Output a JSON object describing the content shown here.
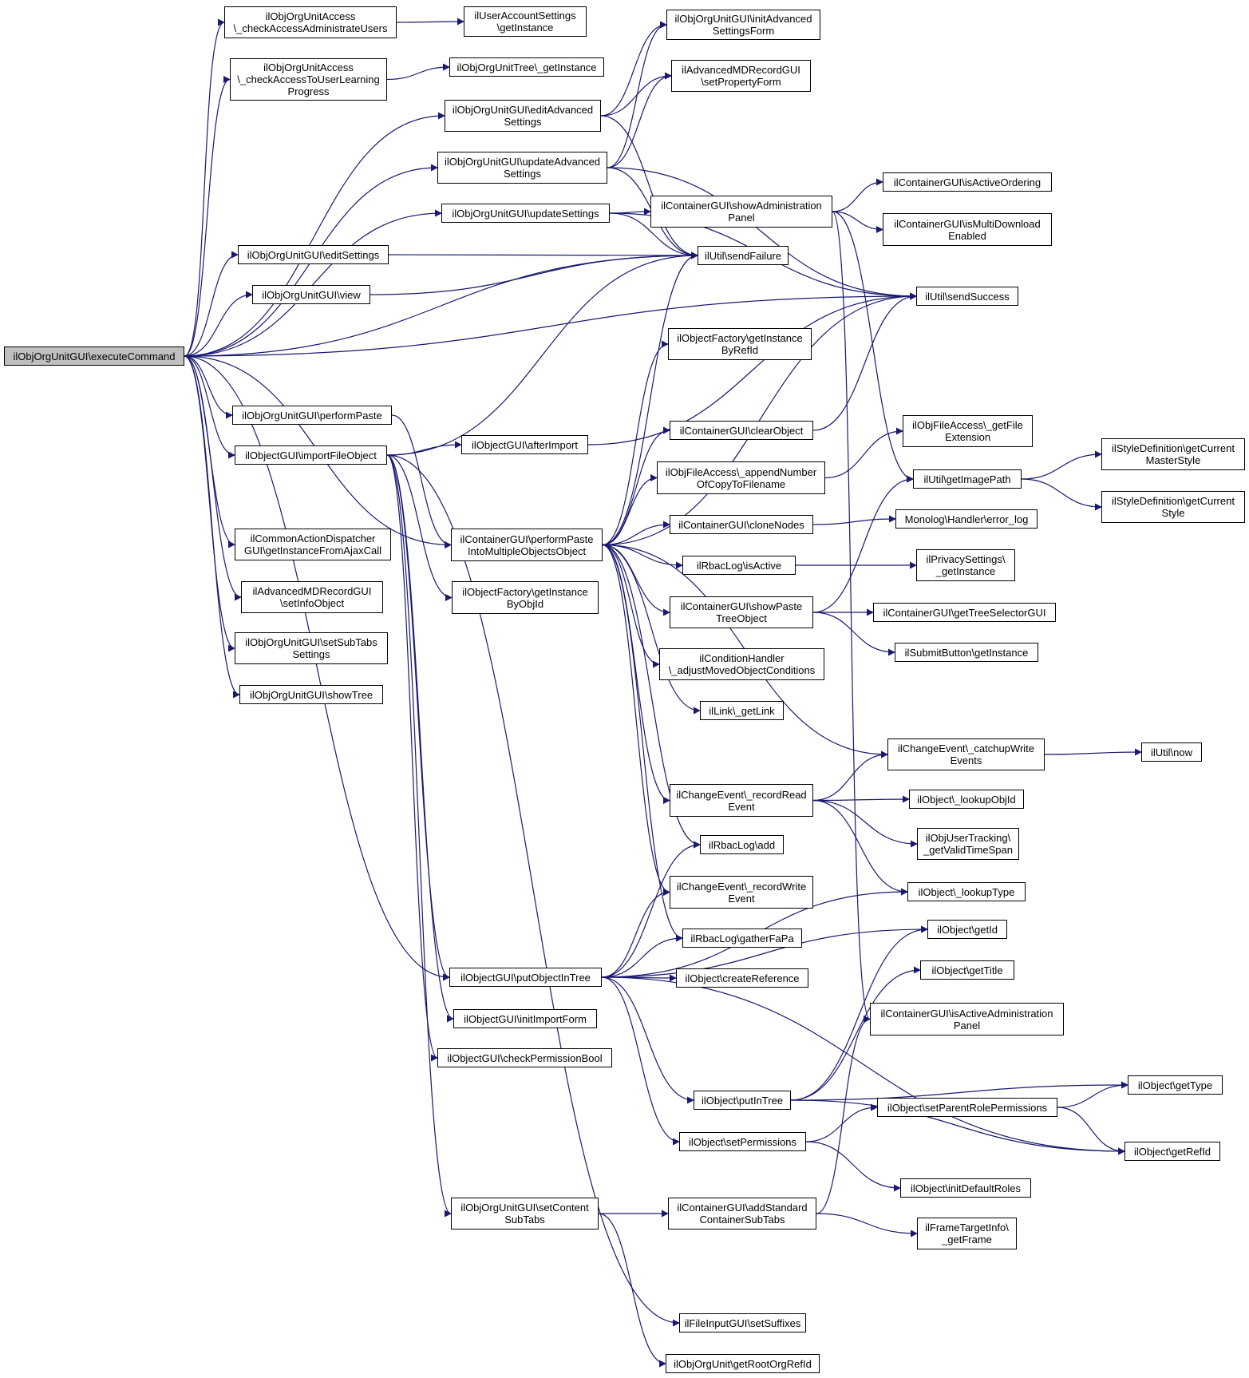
{
  "diagram": {
    "type": "call-graph",
    "edge_color": "#191970",
    "root_fill": "#bfbfbf",
    "nodes": [
      {
        "id": "exec",
        "label": "ilObjOrgUnitGUI\\executeCommand"
      },
      {
        "id": "chkAdmin",
        "label": "ilObjOrgUnitAccess\n\\_checkAccessAdministrateUsers"
      },
      {
        "id": "chkLearn",
        "label": "ilObjOrgUnitAccess\n\\_checkAccessToUserLearning\nProgress"
      },
      {
        "id": "editAdv",
        "label": "ilObjOrgUnitGUI\\editAdvanced\nSettings"
      },
      {
        "id": "updAdv",
        "label": "ilObjOrgUnitGUI\\updateAdvanced\nSettings"
      },
      {
        "id": "updSet",
        "label": "ilObjOrgUnitGUI\\updateSettings"
      },
      {
        "id": "editSet",
        "label": "ilObjOrgUnitGUI\\editSettings"
      },
      {
        "id": "view",
        "label": "ilObjOrgUnitGUI\\view"
      },
      {
        "id": "perfPaste",
        "label": "ilObjOrgUnitGUI\\performPaste"
      },
      {
        "id": "importFile",
        "label": "ilObjectGUI\\importFileObject"
      },
      {
        "id": "cad",
        "label": "ilCommonActionDispatcher\nGUI\\getInstanceFromAjaxCall"
      },
      {
        "id": "advSetInfo",
        "label": "ilAdvancedMDRecordGUI\n\\setInfoObject"
      },
      {
        "id": "setSubTabs",
        "label": "ilObjOrgUnitGUI\\setSubTabs\nSettings"
      },
      {
        "id": "showTree",
        "label": "ilObjOrgUnitGUI\\showTree"
      },
      {
        "id": "uas",
        "label": "ilUserAccountSettings\n\\getInstance"
      },
      {
        "id": "treeGet",
        "label": "ilObjOrgUnitTree\\_getInstance"
      },
      {
        "id": "initAdv",
        "label": "ilObjOrgUnitGUI\\initAdvanced\nSettingsForm"
      },
      {
        "id": "advProp",
        "label": "ilAdvancedMDRecordGUI\n\\setPropertyForm"
      },
      {
        "id": "showAdmin",
        "label": "ilContainerGUI\\showAdministration\nPanel"
      },
      {
        "id": "sendFail",
        "label": "ilUtil\\sendFailure"
      },
      {
        "id": "isActOrd",
        "label": "ilContainerGUI\\isActiveOrdering"
      },
      {
        "id": "isMulti",
        "label": "ilContainerGUI\\isMultiDownload\nEnabled"
      },
      {
        "id": "sendSucc",
        "label": "ilUtil\\sendSuccess"
      },
      {
        "id": "getByRef",
        "label": "ilObjectFactory\\getInstance\nByRefId"
      },
      {
        "id": "afterImp",
        "label": "ilObjectGUI\\afterImport"
      },
      {
        "id": "clearObj",
        "label": "ilContainerGUI\\clearObject"
      },
      {
        "id": "appendNum",
        "label": "ilObjFileAccess\\_appendNumber\nOfCopyToFilename"
      },
      {
        "id": "getFileExt",
        "label": "ilObjFileAccess\\_getFile\nExtension"
      },
      {
        "id": "getImg",
        "label": "ilUtil\\getImagePath"
      },
      {
        "id": "styleMaster",
        "label": "ilStyleDefinition\\getCurrent\nMasterStyle"
      },
      {
        "id": "styleCur",
        "label": "ilStyleDefinition\\getCurrent\nStyle"
      },
      {
        "id": "cpmo",
        "label": "ilContainerGUI\\performPaste\nIntoMultipleObjectsObject"
      },
      {
        "id": "cloneNodes",
        "label": "ilContainerGUI\\cloneNodes"
      },
      {
        "id": "errLog",
        "label": "Monolog\\Handler\\error_log"
      },
      {
        "id": "rbacActive",
        "label": "ilRbacLog\\isActive"
      },
      {
        "id": "privacy",
        "label": "ilPrivacySettings\\\n_getInstance"
      },
      {
        "id": "getByObj",
        "label": "ilObjectFactory\\getInstance\nByObjId"
      },
      {
        "id": "showPasteTree",
        "label": "ilContainerGUI\\showPaste\nTreeObject"
      },
      {
        "id": "treeSel",
        "label": "ilContainerGUI\\getTreeSelectorGUI"
      },
      {
        "id": "submitBtn",
        "label": "ilSubmitButton\\getInstance"
      },
      {
        "id": "condHandler",
        "label": "ilConditionHandler\n\\_adjustMovedObjectConditions"
      },
      {
        "id": "getLink",
        "label": "ilLink\\_getLink"
      },
      {
        "id": "catchup",
        "label": "ilChangeEvent\\_catchupWrite\nEvents"
      },
      {
        "id": "now",
        "label": "ilUtil\\now"
      },
      {
        "id": "recRead",
        "label": "ilChangeEvent\\_recordRead\nEvent"
      },
      {
        "id": "lookupObjId",
        "label": "ilObject\\_lookupObjId"
      },
      {
        "id": "validSpan",
        "label": "ilObjUserTracking\\\n_getValidTimeSpan"
      },
      {
        "id": "rbacAdd",
        "label": "ilRbacLog\\add"
      },
      {
        "id": "recWrite",
        "label": "ilChangeEvent\\_recordWrite\nEvent"
      },
      {
        "id": "lookupType",
        "label": "ilObject\\_lookupType"
      },
      {
        "id": "gatherFaPa",
        "label": "ilRbacLog\\gatherFaPa"
      },
      {
        "id": "getId",
        "label": "ilObject\\getId"
      },
      {
        "id": "putInTreeGUI",
        "label": "ilObjectGUI\\putObjectInTree"
      },
      {
        "id": "createRef",
        "label": "ilObject\\createReference"
      },
      {
        "id": "getTitle",
        "label": "ilObject\\getTitle"
      },
      {
        "id": "initImp",
        "label": "ilObjectGUI\\initImportForm"
      },
      {
        "id": "isActAdmin",
        "label": "ilContainerGUI\\isActiveAdministration\nPanel"
      },
      {
        "id": "chkPerm",
        "label": "ilObjectGUI\\checkPermissionBool"
      },
      {
        "id": "putInTree",
        "label": "ilObject\\putInTree"
      },
      {
        "id": "getType",
        "label": "ilObject\\getType"
      },
      {
        "id": "setParentRole",
        "label": "ilObject\\setParentRolePermissions"
      },
      {
        "id": "setPerms",
        "label": "ilObject\\setPermissions"
      },
      {
        "id": "getRefId",
        "label": "ilObject\\getRefId"
      },
      {
        "id": "initRoles",
        "label": "ilObject\\initDefaultRoles"
      },
      {
        "id": "setContent",
        "label": "ilObjOrgUnitGUI\\setContent\nSubTabs"
      },
      {
        "id": "addStd",
        "label": "ilContainerGUI\\addStandard\nContainerSubTabs"
      },
      {
        "id": "frameTarget",
        "label": "ilFrameTargetInfo\\\n_getFrame"
      },
      {
        "id": "fileInput",
        "label": "ilFileInputGUI\\setSuffixes"
      },
      {
        "id": "rootOrg",
        "label": "ilObjOrgUnit\\getRootOrgRefId"
      }
    ]
  }
}
